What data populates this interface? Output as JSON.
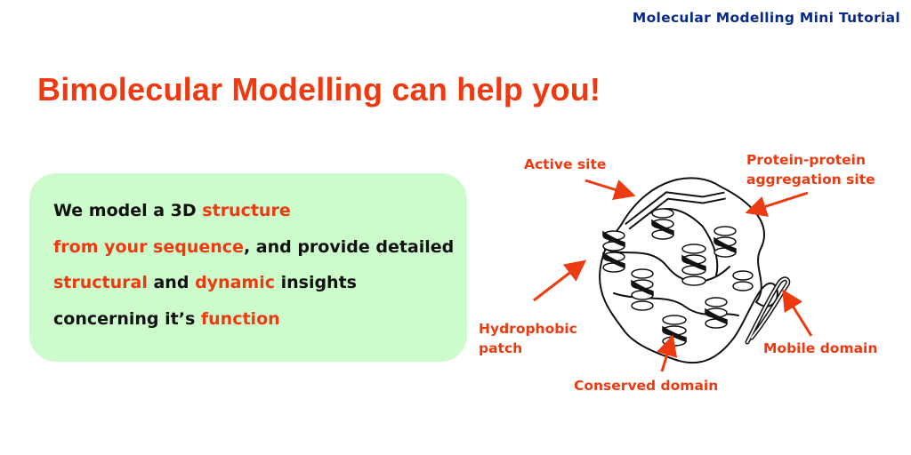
{
  "header": {
    "tag": "Molecular Modelling Mini Tutorial"
  },
  "title": "Bimolecular Modelling can help you!",
  "body_box": {
    "t1": "We model a 3D ",
    "t2": "structure",
    "t3": "from your sequence",
    "t4": ", and provide detailed ",
    "t5": "structural",
    "t6": " and ",
    "t7": "dynamic",
    "t8": " insights concerning it’s ",
    "t9": "function"
  },
  "labels": {
    "active_site": "Active site",
    "ppi_line1": "Protein-protein",
    "ppi_line2": "aggregation site",
    "hydrophobic_line1": "Hydrophobic",
    "hydrophobic_line2": "patch",
    "mobile_domain": "Mobile domain",
    "conserved_domain": "Conserved domain"
  },
  "colors": {
    "accent": "#ee3a10",
    "header_blue": "#0a2a8a",
    "box_green": "#ccfccc"
  }
}
